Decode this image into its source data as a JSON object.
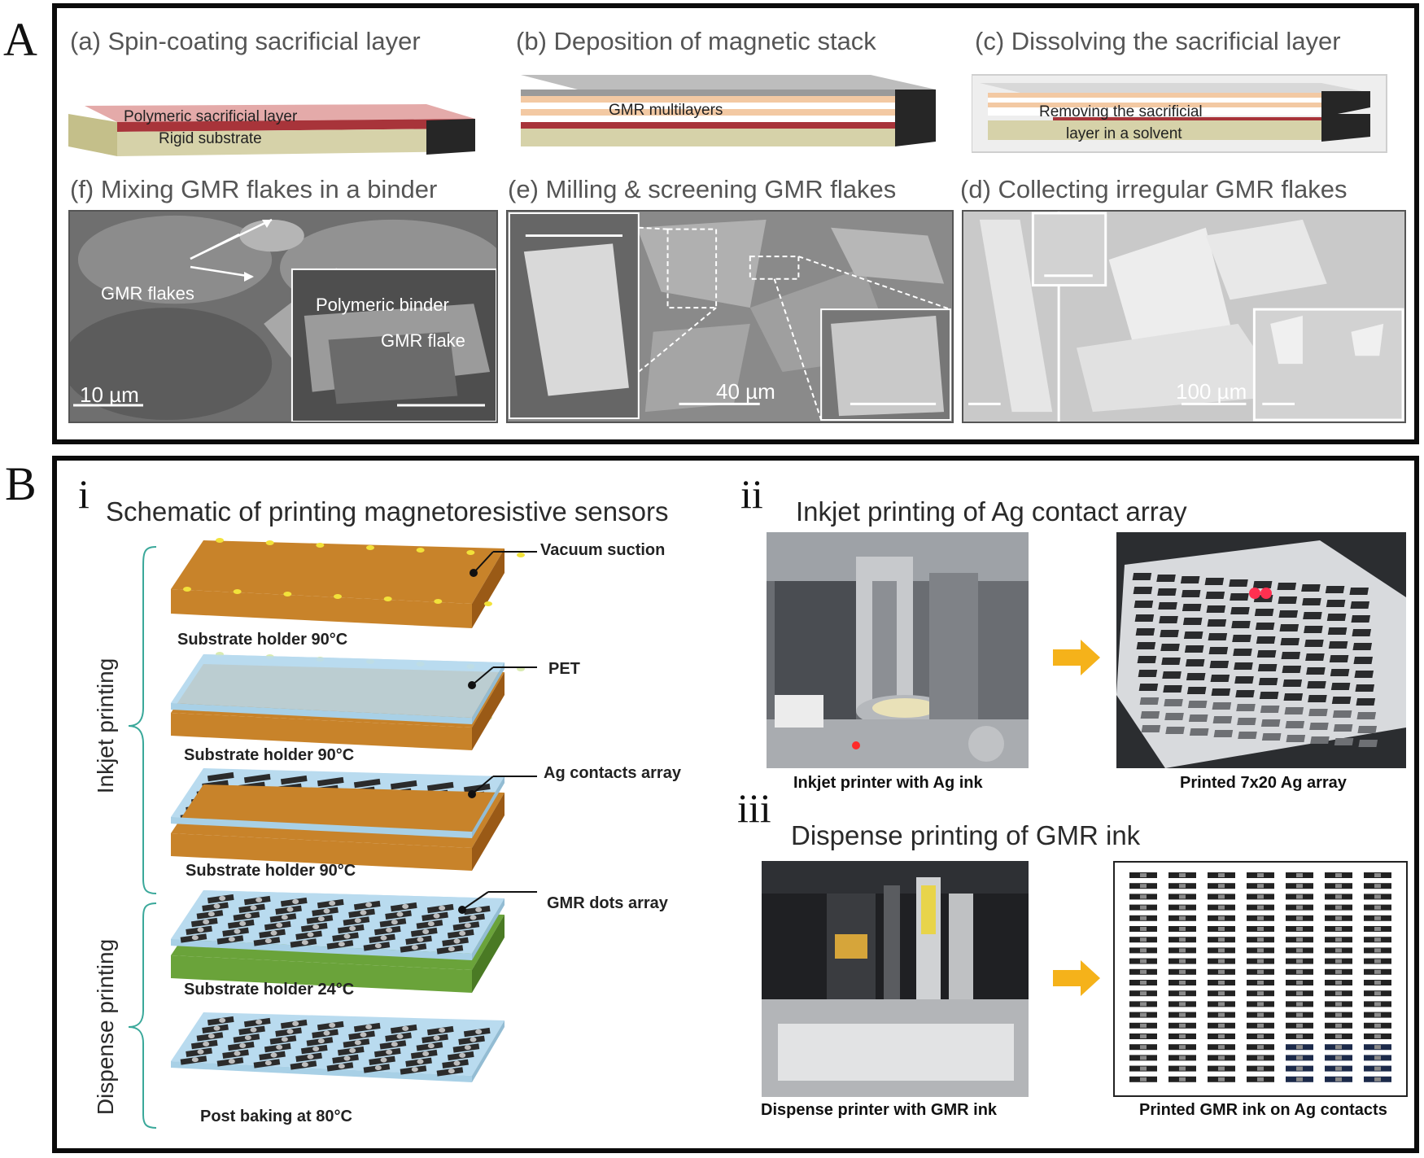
{
  "panelA": {
    "letter": "A",
    "steps": {
      "a": {
        "title": "(a) Spin-coating sacrificial layer",
        "layer1": "Polymeric sacrificial layer",
        "layer2": "Rigid substrate"
      },
      "b": {
        "title": "(b) Deposition of magnetic stack",
        "layer1": "GMR multilayers"
      },
      "c": {
        "title": "(c) Dissolving the sacrificial layer",
        "line1": "Removing the sacrificial",
        "line2": "layer in a solvent"
      },
      "f": {
        "title": "(f) Mixing GMR flakes in a binder",
        "flakes": "GMR flakes",
        "binder": "Polymeric binder",
        "flake": "GMR flake",
        "scale": "10 µm"
      },
      "e": {
        "title": "(e) Milling & screening GMR flakes",
        "scale": "40 µm"
      },
      "d": {
        "title": "(d) Collecting irregular GMR flakes",
        "scale": "100 µm"
      }
    }
  },
  "panelB": {
    "letter": "B",
    "i": {
      "numeral": "i",
      "title": "Schematic of printing magnetoresistive sensors",
      "phases": {
        "inkjet": "Inkjet printing",
        "dispense": "Dispense printing"
      },
      "layers": {
        "holder1": "Substrate holder 90°C",
        "holder2": "Substrate holder 90°C",
        "holder3": "Substrate holder 90°C",
        "holder4": "Substrate holder 24°C",
        "post": "Post baking at 80°C"
      },
      "callouts": {
        "vacuum": "Vacuum suction",
        "pet": "PET",
        "ag": "Ag contacts array",
        "gmr": "GMR dots array"
      }
    },
    "ii": {
      "numeral": "ii",
      "title": "Inkjet printing of Ag contact array",
      "cap1": "Inkjet printer with Ag ink",
      "cap2": "Printed 7x20 Ag array"
    },
    "iii": {
      "numeral": "iii",
      "title": "Dispense printing of GMR ink",
      "cap1": "Dispense printer with GMR ink",
      "cap2": "Printed GMR ink on Ag contacts"
    }
  },
  "colors": {
    "holderTop": "#c8832a",
    "holderSide": "#9a5a16",
    "greenTop": "#6aa33a",
    "greenSide": "#4a7a24",
    "pet": "#b9dbef",
    "sacrificial": "#a8343a",
    "substrate": "#d6d2a9",
    "arrow": "#f5b21a"
  }
}
